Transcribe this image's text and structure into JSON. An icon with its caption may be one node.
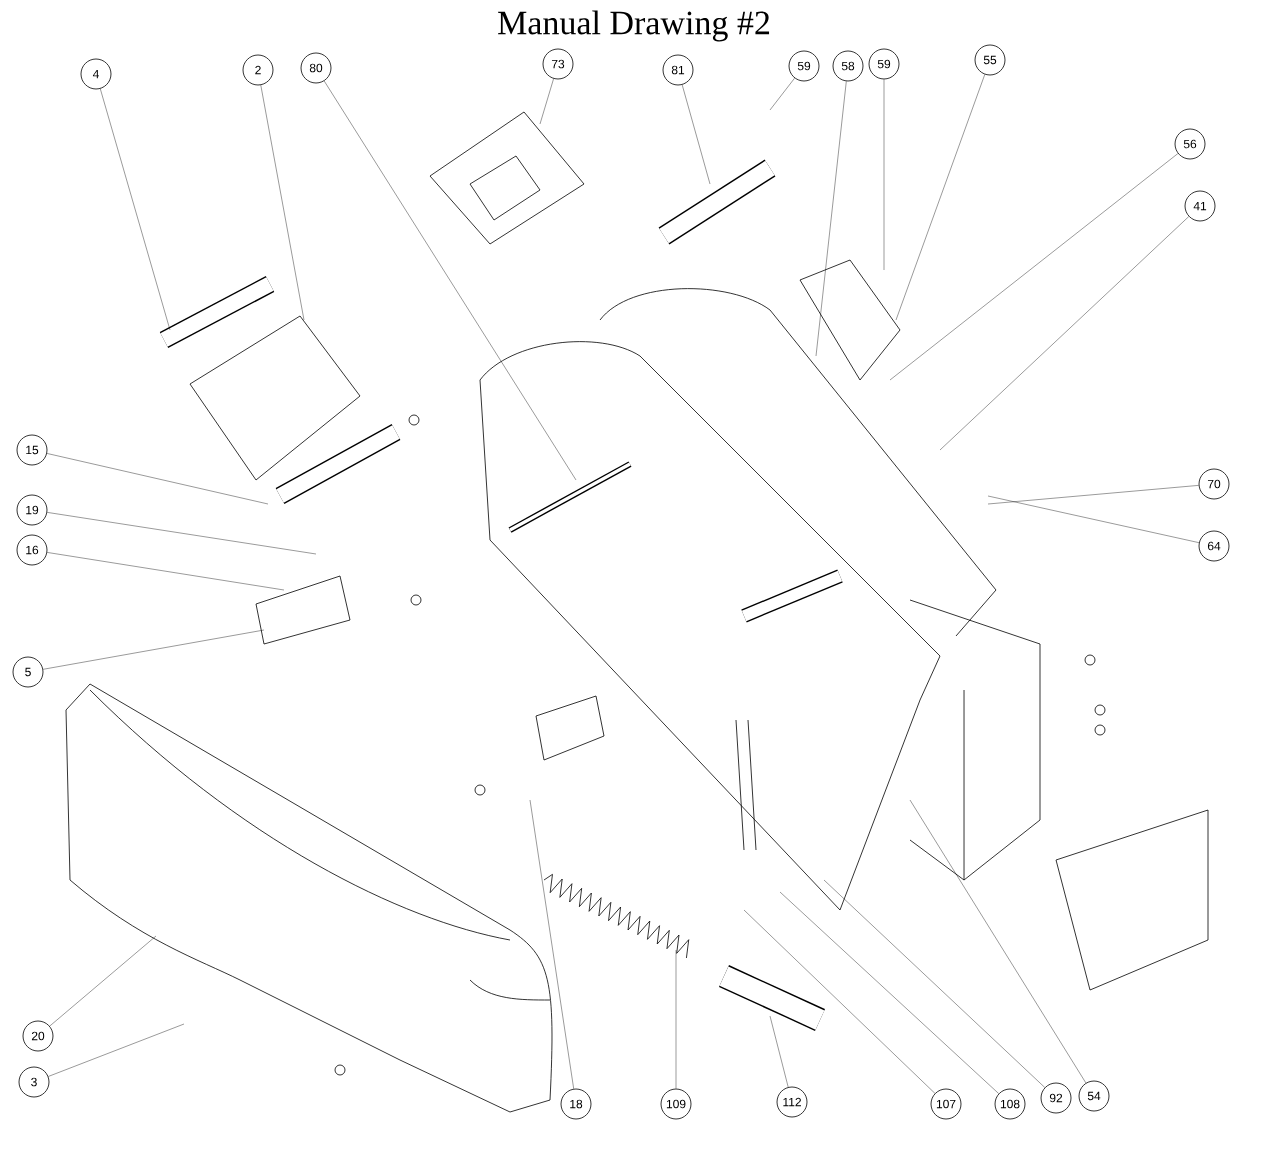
{
  "diagram": {
    "title": "Manual Drawing #2",
    "nodes": [
      {
        "text": [
          "4"
        ]
      },
      {
        "text": [
          "2"
        ]
      },
      {
        "text": [
          "80"
        ]
      },
      {
        "text": [
          "73"
        ]
      },
      {
        "text": [
          "81"
        ]
      },
      {
        "text": [
          "59"
        ]
      },
      {
        "text": [
          "58"
        ]
      },
      {
        "text": [
          "59"
        ]
      },
      {
        "text": [
          "55"
        ]
      },
      {
        "text": [
          "56"
        ]
      },
      {
        "text": [
          "41"
        ]
      },
      {
        "text": [
          "70"
        ]
      },
      {
        "text": [
          "64"
        ]
      },
      {
        "text": [
          "15"
        ]
      },
      {
        "text": [
          "19"
        ]
      },
      {
        "text": [
          "16"
        ]
      },
      {
        "text": [
          "5"
        ]
      },
      {
        "text": [
          "20"
        ]
      },
      {
        "text": [
          "3"
        ]
      },
      {
        "text": [
          "18"
        ]
      },
      {
        "text": [
          "109"
        ]
      },
      {
        "text": [
          "112"
        ]
      },
      {
        "text": [
          "107"
        ]
      },
      {
        "text": [
          "108"
        ]
      },
      {
        "text": [
          "92"
        ]
      },
      {
        "text": [
          "54"
        ]
      }
    ],
    "edges": [
      {
        "from": 0,
        "to": null,
        "arrow": "none"
      },
      {
        "from": 1,
        "to": null,
        "arrow": "none"
      },
      {
        "from": 2,
        "to": null,
        "arrow": "none"
      },
      {
        "from": 3,
        "to": null,
        "arrow": "none"
      },
      {
        "from": 4,
        "to": null,
        "arrow": "none"
      },
      {
        "from": 5,
        "to": null,
        "arrow": "none"
      },
      {
        "from": 6,
        "to": null,
        "arrow": "none"
      },
      {
        "from": 7,
        "to": null,
        "arrow": "none"
      },
      {
        "from": 8,
        "to": null,
        "arrow": "none"
      },
      {
        "from": 9,
        "to": null,
        "arrow": "none"
      },
      {
        "from": 10,
        "to": null,
        "arrow": "none"
      },
      {
        "from": 11,
        "to": null,
        "arrow": "none"
      },
      {
        "from": 12,
        "to": null,
        "arrow": "none"
      },
      {
        "from": 13,
        "to": null,
        "arrow": "none"
      },
      {
        "from": 14,
        "to": null,
        "arrow": "none"
      },
      {
        "from": 15,
        "to": null,
        "arrow": "none"
      },
      {
        "from": 16,
        "to": null,
        "arrow": "none"
      },
      {
        "from": 17,
        "to": null,
        "arrow": "none"
      },
      {
        "from": 18,
        "to": null,
        "arrow": "none"
      },
      {
        "from": 19,
        "to": null,
        "arrow": "none"
      },
      {
        "from": 20,
        "to": null,
        "arrow": "none"
      },
      {
        "from": 21,
        "to": null,
        "arrow": "none"
      },
      {
        "from": 22,
        "to": null,
        "arrow": "none"
      },
      {
        "from": 23,
        "to": null,
        "arrow": "none"
      },
      {
        "from": 24,
        "to": null,
        "arrow": "none"
      },
      {
        "from": 25,
        "to": null,
        "arrow": "none"
      }
    ]
  }
}
